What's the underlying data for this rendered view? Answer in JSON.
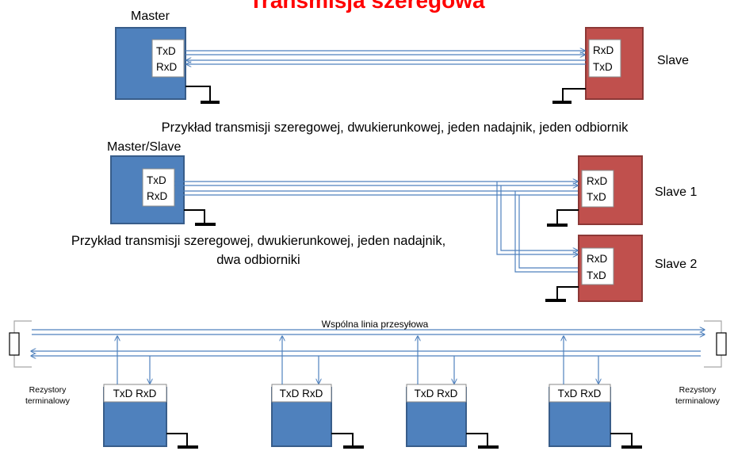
{
  "title": "Transmisja szeregowa",
  "colors": {
    "title": "#ff0000",
    "master_box": "#4f81bd",
    "slave_box": "#c0504d",
    "lines": "#4f81bd"
  },
  "pins": {
    "txd": "TxD",
    "rxd": "RxD",
    "txd_rxd": "TxD RxD"
  },
  "section1": {
    "master_label": "Master",
    "slave_label": "Slave",
    "caption": "Przykład transmisji szeregowej, dwukierunkowej, jeden nadajnik, jeden odbiornik"
  },
  "section2": {
    "master_label": "Master/Slave",
    "slave1_label": "Slave 1",
    "slave2_label": "Slave 2",
    "caption_line1": "Przykład transmisji szeregowej, dwukierunkowej, jeden nadajnik,",
    "caption_line2": "dwa odbiorniki"
  },
  "section3": {
    "bus_label": "Wspólna linia przesyłowa",
    "terminator_left_line1": "Rezystory",
    "terminator_left_line2": "terminalowy",
    "terminator_right_line1": "Rezystory",
    "terminator_right_line2": "terminalowy"
  }
}
